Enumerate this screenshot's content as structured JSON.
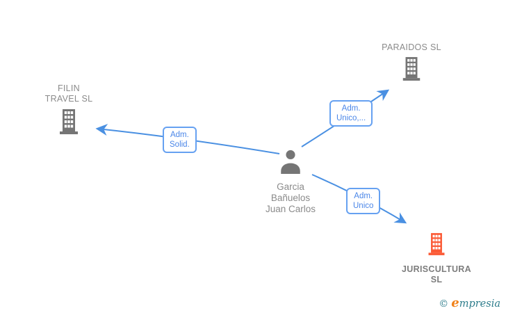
{
  "diagram": {
    "person": {
      "name_lines": [
        "Garcia",
        "Bañuelos",
        "Juan Carlos"
      ]
    },
    "companies": {
      "filin": {
        "name_lines": [
          "FILIN",
          "TRAVEL SL"
        ],
        "icon_color": "#757575",
        "highlighted": false
      },
      "paraidos": {
        "name_lines": [
          "PARAIDOS SL"
        ],
        "icon_color": "#757575",
        "highlighted": false
      },
      "juriscultura": {
        "name_lines": [
          "JURISCULTURA",
          "SL"
        ],
        "icon_color": "#fb5a35",
        "highlighted": true
      }
    },
    "edges": {
      "person_to_filin": {
        "label_lines": [
          "Adm.",
          "Solid."
        ]
      },
      "person_to_paraidos": {
        "label_lines": [
          "Adm.",
          "Unico,..."
        ]
      },
      "person_to_juriscultura": {
        "label_lines": [
          "Adm.",
          "Unico"
        ]
      }
    },
    "colors": {
      "edge_blue": "#4a90e2",
      "edge_label_border": "#66a1f1",
      "edge_label_text": "#4a86e8",
      "node_icon_gray": "#757575",
      "node_text_gray": "#8a8a8a",
      "highlight_orange": "#fb5a35",
      "background": "#ffffff"
    }
  },
  "watermark": {
    "copyright": "©",
    "brand_initial": "e",
    "brand_rest": "mpresia"
  }
}
